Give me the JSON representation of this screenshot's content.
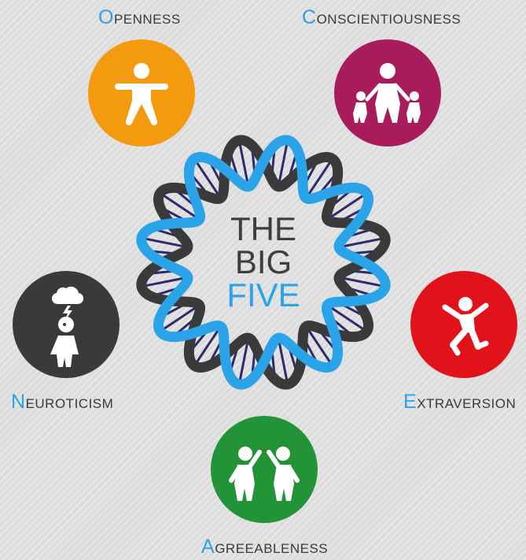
{
  "center": {
    "line1": "THE",
    "line2": "BIG",
    "line3": "FIVE"
  },
  "traits": {
    "openness": {
      "first": "O",
      "rest": "penness",
      "color": "#f39a0e",
      "icon": "arms-out-person-icon"
    },
    "conscientiousness": {
      "first": "C",
      "rest": "onscientiousness",
      "color": "#a81c5c",
      "icon": "parent-children-icon"
    },
    "extraversion": {
      "first": "E",
      "rest": "xtraversion",
      "color": "#e0131a",
      "icon": "jumping-person-icon"
    },
    "agreeableness": {
      "first": "A",
      "rest": "greeableness",
      "color": "#229336",
      "icon": "high-five-people-icon"
    },
    "neuroticism": {
      "first": "N",
      "rest": "euroticism",
      "color": "#3a3a3a",
      "icon": "storm-cloud-person-icon"
    }
  },
  "colors": {
    "accent": "#2aa3e8",
    "helix_dark": "#3a3a3a",
    "helix_blue": "#2aa3e8",
    "rungs": "#2d2a6e"
  }
}
